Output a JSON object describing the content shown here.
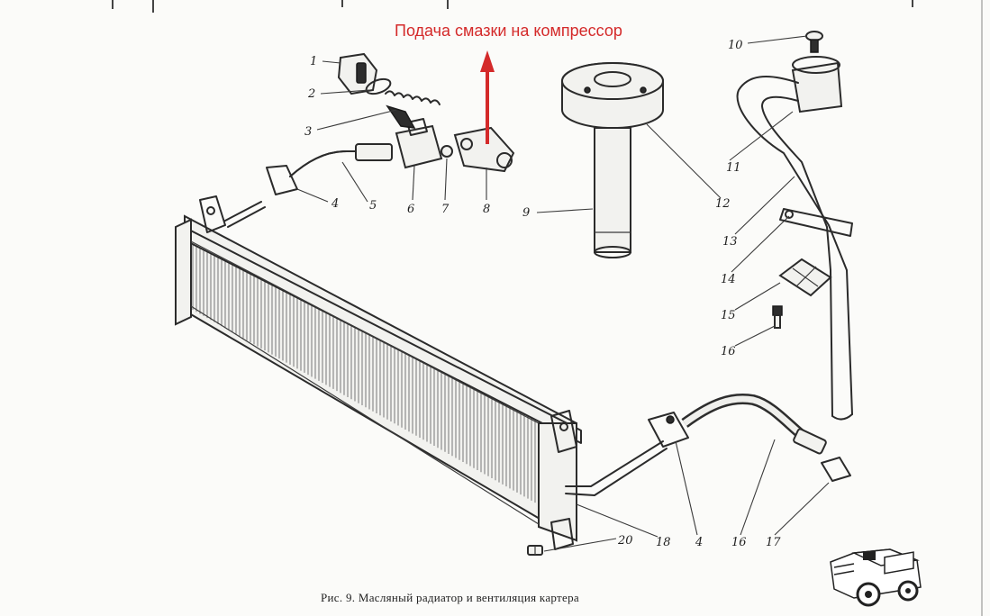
{
  "annotation": {
    "text": "Подача смазки на компрессор",
    "color": "#d42a2a"
  },
  "caption": "Рис. 9. Масляный радиатор и вентиляция картера",
  "callouts": [
    {
      "id": "c1",
      "label": "1"
    },
    {
      "id": "c2",
      "label": "2"
    },
    {
      "id": "c3",
      "label": "3"
    },
    {
      "id": "c4a",
      "label": "4"
    },
    {
      "id": "c5",
      "label": "5"
    },
    {
      "id": "c6",
      "label": "6"
    },
    {
      "id": "c7",
      "label": "7"
    },
    {
      "id": "c8",
      "label": "8"
    },
    {
      "id": "c9",
      "label": "9"
    },
    {
      "id": "c10",
      "label": "10"
    },
    {
      "id": "c11",
      "label": "11"
    },
    {
      "id": "c12",
      "label": "12"
    },
    {
      "id": "c13",
      "label": "13"
    },
    {
      "id": "c14",
      "label": "14"
    },
    {
      "id": "c15",
      "label": "15"
    },
    {
      "id": "c16a",
      "label": "16"
    },
    {
      "id": "c20",
      "label": "20"
    },
    {
      "id": "c18",
      "label": "18"
    },
    {
      "id": "c4b",
      "label": "4"
    },
    {
      "id": "c16b",
      "label": "16"
    },
    {
      "id": "c17",
      "label": "17"
    }
  ],
  "icons": {
    "logo": "truck-sketch-icon",
    "arrow": "red-arrow-up-icon"
  }
}
